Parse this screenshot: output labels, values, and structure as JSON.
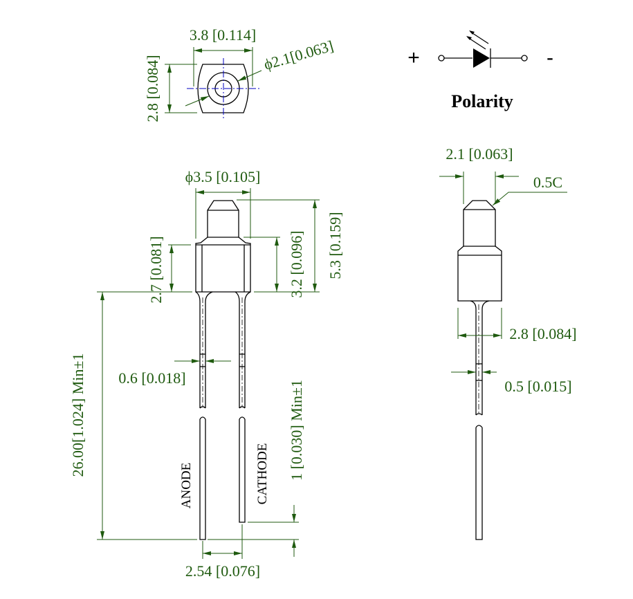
{
  "colors": {
    "dimension": "#1f5a0f",
    "centerline": "#0000c0",
    "outline": "#000000"
  },
  "top_view": {
    "width_dim": "3.8 [0.114]",
    "height_dim": "2.8 [0.084]",
    "diameter_dim": "ϕ2.1[0.063]"
  },
  "polarity": {
    "plus": "+",
    "minus": "-",
    "title": "Polarity",
    "icon": "led-diode-symbol-icon"
  },
  "front_view": {
    "diameter_dim": "ϕ3.5 [0.105]",
    "total_height_dim": "5.3 [0.159]",
    "body_height_dim": "3.2 [0.096]",
    "collar_height_dim": "2.7 [0.081]",
    "lead_length_dim": "26.00[1.024] Min±1",
    "lead_width_dim": "0.6 [0.018]",
    "lead_offset_dim": "1 [0.030] Min±1",
    "lead_pitch_dim": "2.54 [0.076]",
    "anode_label": "ANODE",
    "cathode_label": "CATHODE"
  },
  "side_view": {
    "tip_width_dim": "2.1 [0.063]",
    "chamfer_dim": "0.5C",
    "body_width_dim": "2.8 [0.084]",
    "lead_thickness_dim": "0.5 [0.015]"
  }
}
